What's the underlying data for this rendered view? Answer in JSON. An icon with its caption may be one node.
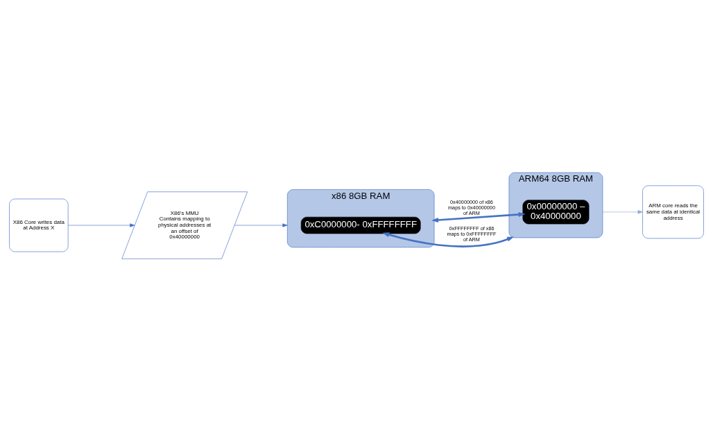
{
  "diagram": {
    "nodes": [
      {
        "text": [
          "X86’s MMU",
          "Contains mapping to physical addresses at an offset of 0x40000000"
        ]
      },
      {
        "text": [
          "x86 8GB RAM"
        ]
      },
      {
        "text": [
          "0xC0000000- 0xFFFFFFFF"
        ],
        "in": 1
      },
      {
        "text": [
          "ARM64 8GB RAM"
        ]
      },
      {
        "text": [
          "0x00000000 – 0x40000000"
        ],
        "in": 3
      },
      {
        "text": [
          "X86 Core writes data at Address X"
        ]
      },
      {
        "text": [
          "ARM core reads the same data at identical address"
        ]
      }
    ],
    "edges": [
      {
        "from": 5,
        "to": 0,
        "arrow": "to"
      },
      {
        "from": 0,
        "to": 1,
        "arrow": "to"
      },
      {
        "from": 1,
        "to": 4,
        "arrow": "both",
        "style": "thick",
        "label": "0x40000000 of x86 maps to 0x40000000 of ARM"
      },
      {
        "from": 2,
        "to": 3,
        "arrow": "both",
        "style": "thick",
        "label": "0xFFFFFFFF of x86 maps to 0xFFFFFFFF of ARM"
      },
      {
        "from": 3,
        "to": 6,
        "arrow": "to",
        "color": "#8eaadb"
      }
    ]
  }
}
